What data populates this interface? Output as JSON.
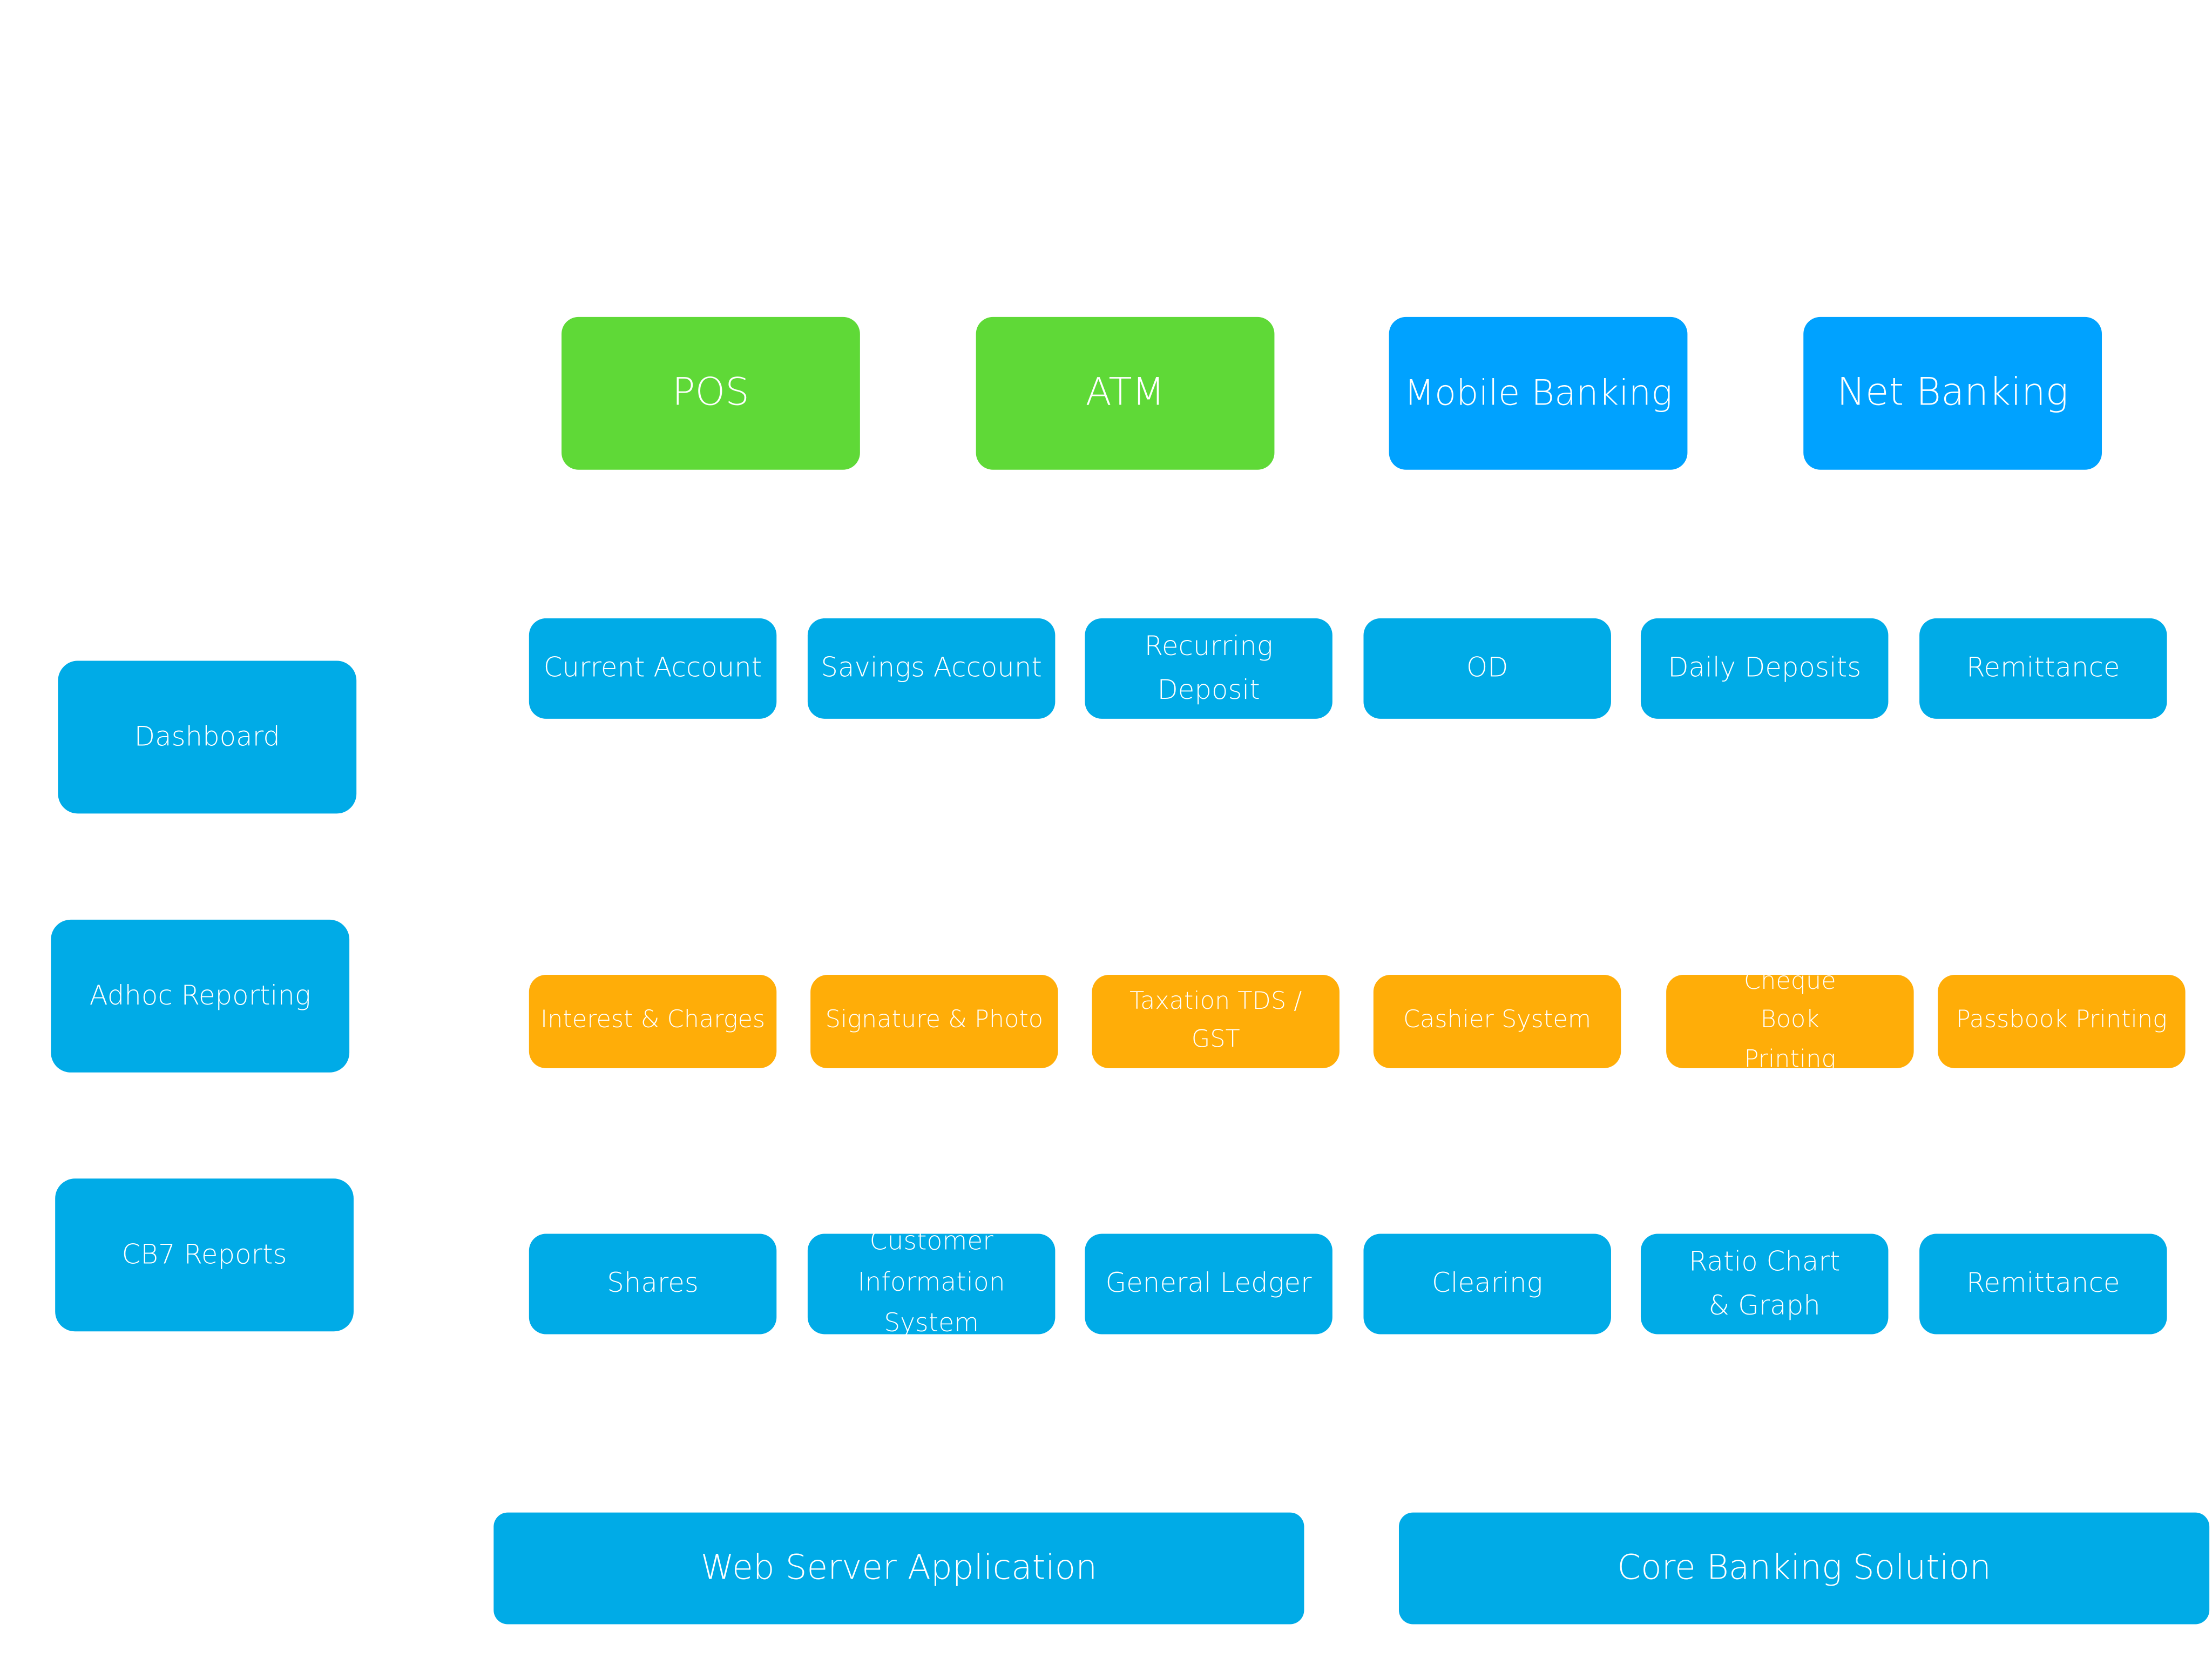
{
  "channels": {
    "pos": "POS",
    "atm": "ATM",
    "mobile_banking": "Mobile Banking",
    "net_banking": "Net Banking"
  },
  "side_panel": {
    "dashboard": "Dashboard",
    "adhoc_reporting": "Adhoc Reporting",
    "cb7_reports": "CB7 Reports"
  },
  "accounts_row": [
    "Current Account",
    "Savings Account",
    "Recurring Deposit",
    "OD",
    "Daily Deposits",
    "Remittance"
  ],
  "services_row": [
    "Interest & Charges",
    "Signature & Photo",
    "Taxation TDS / GST",
    "Cashier System",
    "Cheque Book Printing",
    "Passbook Printing"
  ],
  "modules_row": [
    "Shares",
    "Customer Information System",
    "General Ledger",
    "Clearing",
    "Ratio Chart & Graph",
    "Remittance"
  ],
  "platform": {
    "web_server": "Web Server Application",
    "core_banking": "Core Banking Solution"
  },
  "colors": {
    "channel_green": "#5fd937",
    "channel_blue": "#00a2ff",
    "module_blue": "#00abe7",
    "service_orange": "#ffad08"
  }
}
